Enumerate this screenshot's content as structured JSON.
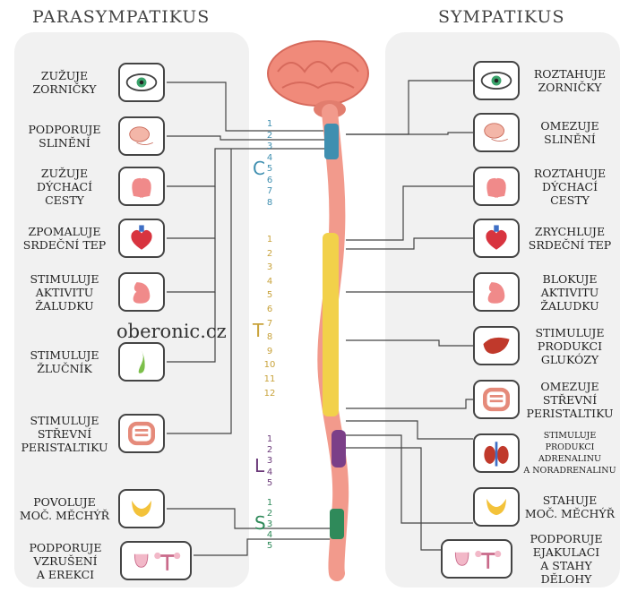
{
  "headers": {
    "left": "PARASYMPATIKUS",
    "right": "SYMPATIKUS"
  },
  "watermark": "oberonic.cz",
  "colors": {
    "cervical": "#3f8fb0",
    "thoracic": "#c8a23a",
    "lumbar": "#6b3a7a",
    "sacral": "#2f8a5a",
    "brain": "#f08a7a",
    "cord": "#f29a8c"
  },
  "regions": [
    {
      "letter": "C",
      "numbers": [
        "1",
        "2",
        "3",
        "4",
        "5",
        "6",
        "7",
        "8"
      ]
    },
    {
      "letter": "T",
      "numbers": [
        "1",
        "2",
        "3",
        "4",
        "5",
        "6",
        "7",
        "8",
        "9",
        "10",
        "11",
        "12"
      ]
    },
    {
      "letter": "L",
      "numbers": [
        "1",
        "2",
        "3",
        "4",
        "5"
      ]
    },
    {
      "letter": "S",
      "numbers": [
        "1",
        "2",
        "3",
        "4",
        "5"
      ]
    }
  ],
  "parasympathetic": [
    {
      "label": "ZUŽUJE\nZORNIČKY",
      "icon": "eye-icon"
    },
    {
      "label": "PODPORUJE\nSLINĚNÍ",
      "icon": "salivary-gland-icon"
    },
    {
      "label": "ZUŽUJE\nDÝCHACÍ\nCESTY",
      "icon": "lungs-icon"
    },
    {
      "label": "ZPOMALUJE\nSRDEČNÍ TEP",
      "icon": "heart-icon"
    },
    {
      "label": "STIMULUJE\nAKTIVITU\nŽALUDKU",
      "icon": "stomach-icon"
    },
    {
      "label": "STIMULUJE\nŽLUČNÍK",
      "icon": "gallbladder-icon"
    },
    {
      "label": "STIMULUJE\nSTŘEVNÍ\nPERISTALTIKU",
      "icon": "intestine-icon"
    },
    {
      "label": "POVOLUJE\nMOČ. MĚCHÝŘ",
      "icon": "bladder-icon"
    },
    {
      "label": "PODPORUJE\nVZRUŠENÍ\nA EREKCI",
      "icon": "reproductive-organs-icon"
    }
  ],
  "sympathetic": [
    {
      "label": "ROZTAHUJE\nZORNIČKY",
      "icon": "eye-icon"
    },
    {
      "label": "OMEZUJE\nSLINĚNÍ",
      "icon": "salivary-gland-icon"
    },
    {
      "label": "ROZTAHUJE\nDÝCHACÍ\nCESTY",
      "icon": "lungs-icon"
    },
    {
      "label": "ZRYCHLUJE\nSRDEČNÍ TEP",
      "icon": "heart-icon"
    },
    {
      "label": "BLOKUJE\nAKTIVITU\nŽALUDKU",
      "icon": "stomach-icon"
    },
    {
      "label": "STIMULUJE\nPRODUKCI\nGLUKÓZY",
      "icon": "liver-icon"
    },
    {
      "label": "OMEZUJE\nSTŘEVNÍ\nPERISTALTIKU",
      "icon": "intestine-icon"
    },
    {
      "label": "STIMULUJE\nPRODUKCI\nADRENALINU\nA NORADRENALINU",
      "icon": "kidney-adrenal-icon"
    },
    {
      "label": "STAHUJE\nMOČ. MĚCHÝŘ",
      "icon": "bladder-icon"
    },
    {
      "label": "PODPORUJE\nEJAKULACI\nA STAHY\nDĚLOHY",
      "icon": "reproductive-organs-icon"
    }
  ]
}
